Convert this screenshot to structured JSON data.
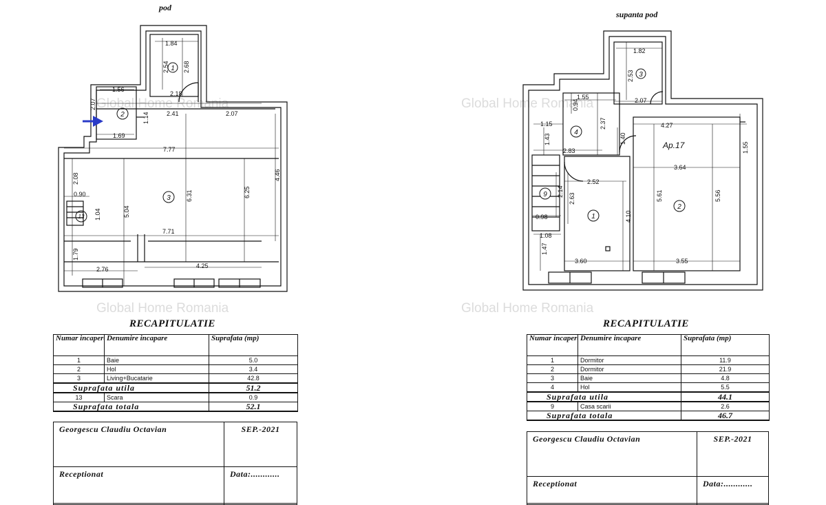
{
  "watermark": "Global Home Romania",
  "left": {
    "plan_title": "pod",
    "dimensions": [
      "1.84",
      "2.54",
      "2.68",
      "1.56",
      "2.18",
      "2.07",
      "2.41",
      "2.07",
      "1.14",
      "1.69",
      "7.77",
      "2.08",
      "0.90",
      "1.04",
      "5.04",
      "6.31",
      "6.25",
      "4.46",
      "7.71",
      "1.79",
      "2.76",
      "4.25"
    ],
    "rooms": [
      "1",
      "2",
      "3",
      "13"
    ],
    "recap": {
      "title": "RECAPITULATIE",
      "headers": {
        "col1": "Numar incapere",
        "col2": "Denumire incapare",
        "col3": "Suprafata (mp)"
      },
      "rows": [
        {
          "num": "1",
          "name": "Baie",
          "area": "5.0"
        },
        {
          "num": "2",
          "name": "Hol",
          "area": "3.4"
        },
        {
          "num": "3",
          "name": "Living+Bucatarie",
          "area": "42.8"
        }
      ],
      "util_label": "Suprafata utila",
      "util_value": "51.2",
      "extra": {
        "num": "13",
        "name": "Scara",
        "area": "0.9"
      },
      "total_label": "Suprafata totala",
      "total_value": "52.1",
      "author": "Georgescu Claudiu Octavian",
      "date": "SEP.-2021",
      "received": "Receptionat",
      "data_label": "Data:............"
    }
  },
  "right": {
    "plan_title": "supanta pod",
    "apartment": "Ap.17",
    "dimensions": [
      "1.82",
      "2.53",
      "2.07",
      "1.55",
      "0.94",
      "1.15",
      "2.37",
      "1.40",
      "4.27",
      "1.55",
      "1.43",
      "2.83",
      "3.64",
      "2.14",
      "2.63",
      "2.52",
      "4.10",
      "5.61",
      "5.56",
      "0.98",
      "1.08",
      "1.47",
      "3.60",
      "3.55"
    ],
    "rooms": [
      "1",
      "2",
      "3",
      "4",
      "9"
    ],
    "recap": {
      "title": "RECAPITULATIE",
      "headers": {
        "col1": "Numar incapere",
        "col2": "Denumire incapare",
        "col3": "Suprafata (mp)"
      },
      "rows": [
        {
          "num": "1",
          "name": "Dormitor",
          "area": "11.9"
        },
        {
          "num": "2",
          "name": "Dormitor",
          "area": "21.9"
        },
        {
          "num": "3",
          "name": "Baie",
          "area": "4.8"
        },
        {
          "num": "4",
          "name": "Hol",
          "area": "5.5"
        }
      ],
      "util_label": "Suprafata utila",
      "util_value": "44.1",
      "extra": {
        "num": "9",
        "name": "Casa scarii",
        "area": "2.6"
      },
      "total_label": "Suprafata totala",
      "total_value": "46.7",
      "author": "Georgescu Claudiu Octavian",
      "date": "SEP.-2021",
      "received": "Receptionat",
      "data_label": "Data:............"
    }
  }
}
